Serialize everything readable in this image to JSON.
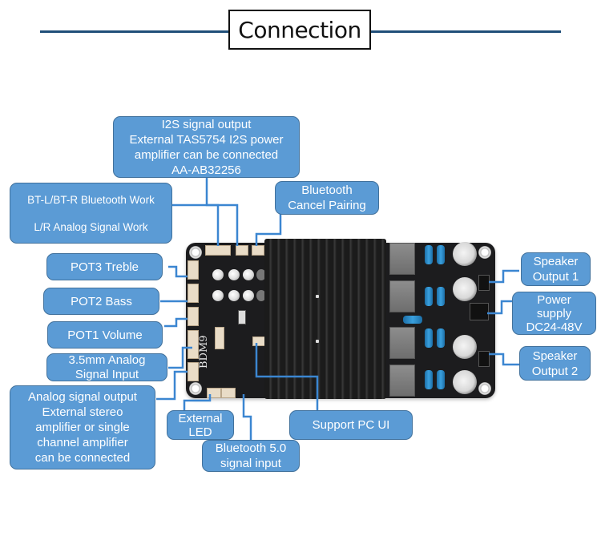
{
  "header": {
    "title": "Connection"
  },
  "board": {
    "model": "BDM9"
  },
  "labels": {
    "i2s": [
      "I2S signal output",
      "External TAS5754 I2S power",
      "amplifier can be connected",
      "AA-AB32256"
    ],
    "bt_mode": [
      "BT-L/BT-R Bluetooth Work",
      "L/R Analog Signal Work"
    ],
    "bt_cancel": [
      "Bluetooth",
      "Cancel Pairing"
    ],
    "pot3": [
      "POT3  Treble"
    ],
    "pot2": [
      "POT2  Bass"
    ],
    "pot1": [
      "POT1 Volume"
    ],
    "analog_in": [
      "3.5mm Analog",
      "Signal Input"
    ],
    "analog_out": [
      "Analog signal output",
      "External stereo",
      "amplifier or single",
      "channel amplifier",
      "can be connected"
    ],
    "ext_led": [
      "External",
      "LED"
    ],
    "bt_input": [
      "Bluetooth 5.0",
      "signal input"
    ],
    "pc_ui": [
      "Support PC UI"
    ],
    "speaker1": [
      "Speaker",
      "Output 1"
    ],
    "power": [
      "Power",
      "supply",
      "DC24-48V"
    ],
    "speaker2": [
      "Speaker",
      "Output 2"
    ]
  },
  "colors": {
    "label_fill": "#5b9bd5",
    "label_border": "#41719c",
    "connector_line": "#3b86d1",
    "title_rule": "#1f4e79"
  }
}
